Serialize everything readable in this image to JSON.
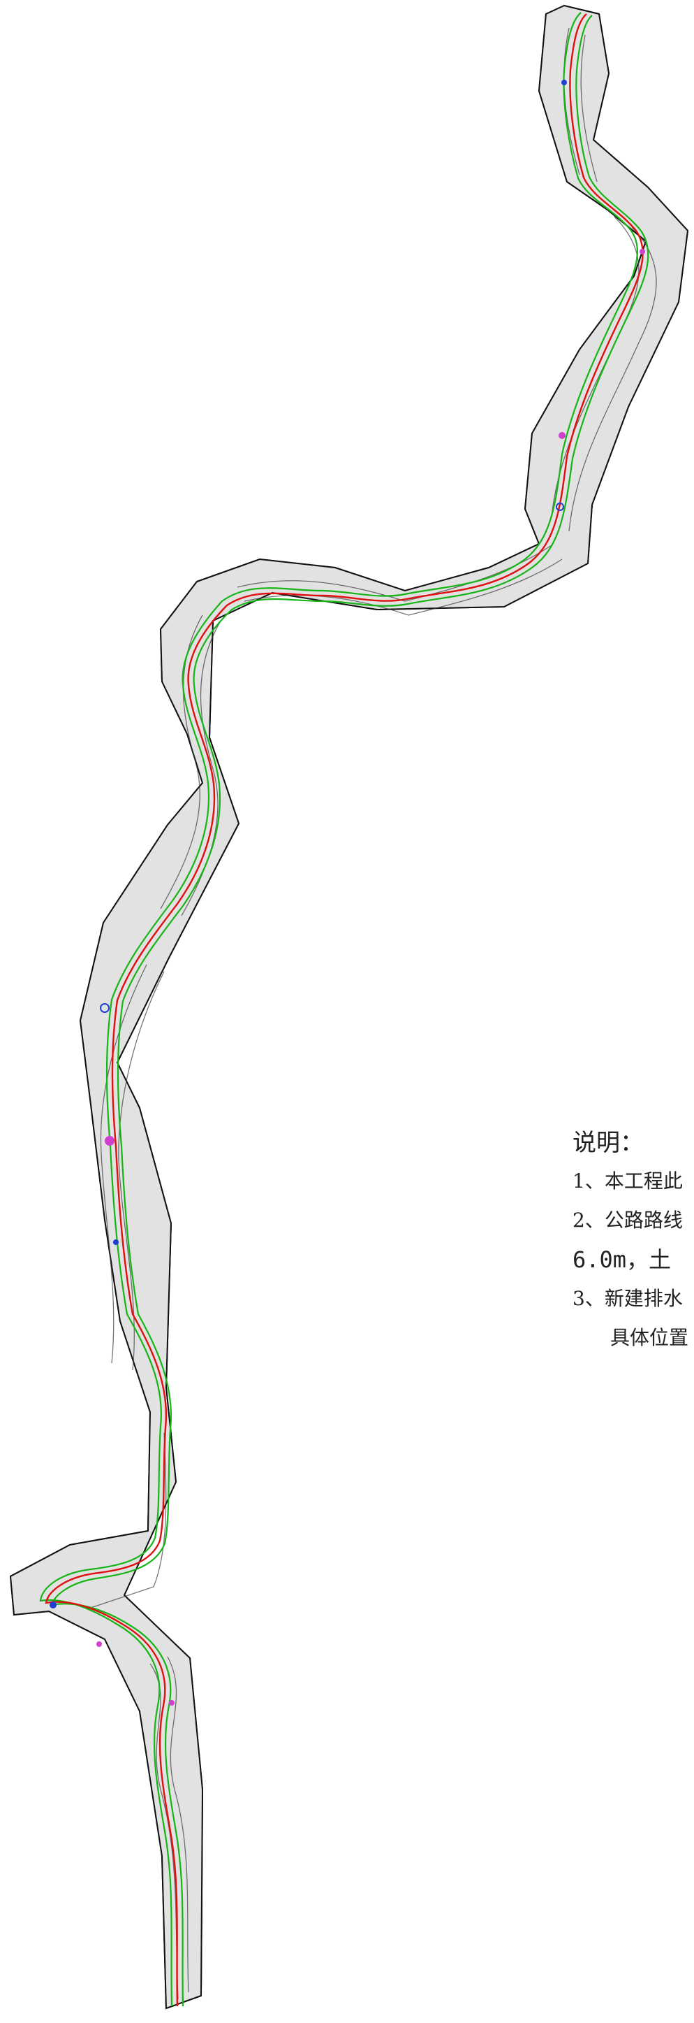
{
  "notes": {
    "title": "说明：",
    "lines": [
      "1、本工程此",
      "2、公路路线",
      "6.0m，土",
      "3、新建排水",
      "具体位置"
    ]
  },
  "colors": {
    "background": "#ffffff",
    "corridor_fill": "#dcdcdc",
    "corridor_border": "#111111",
    "contour": "#4a4a4a",
    "centerline": "#e01010",
    "edge_line": "#16b416",
    "annotation_blue": "#1f3fd0",
    "annotation_magenta": "#d040d0"
  }
}
